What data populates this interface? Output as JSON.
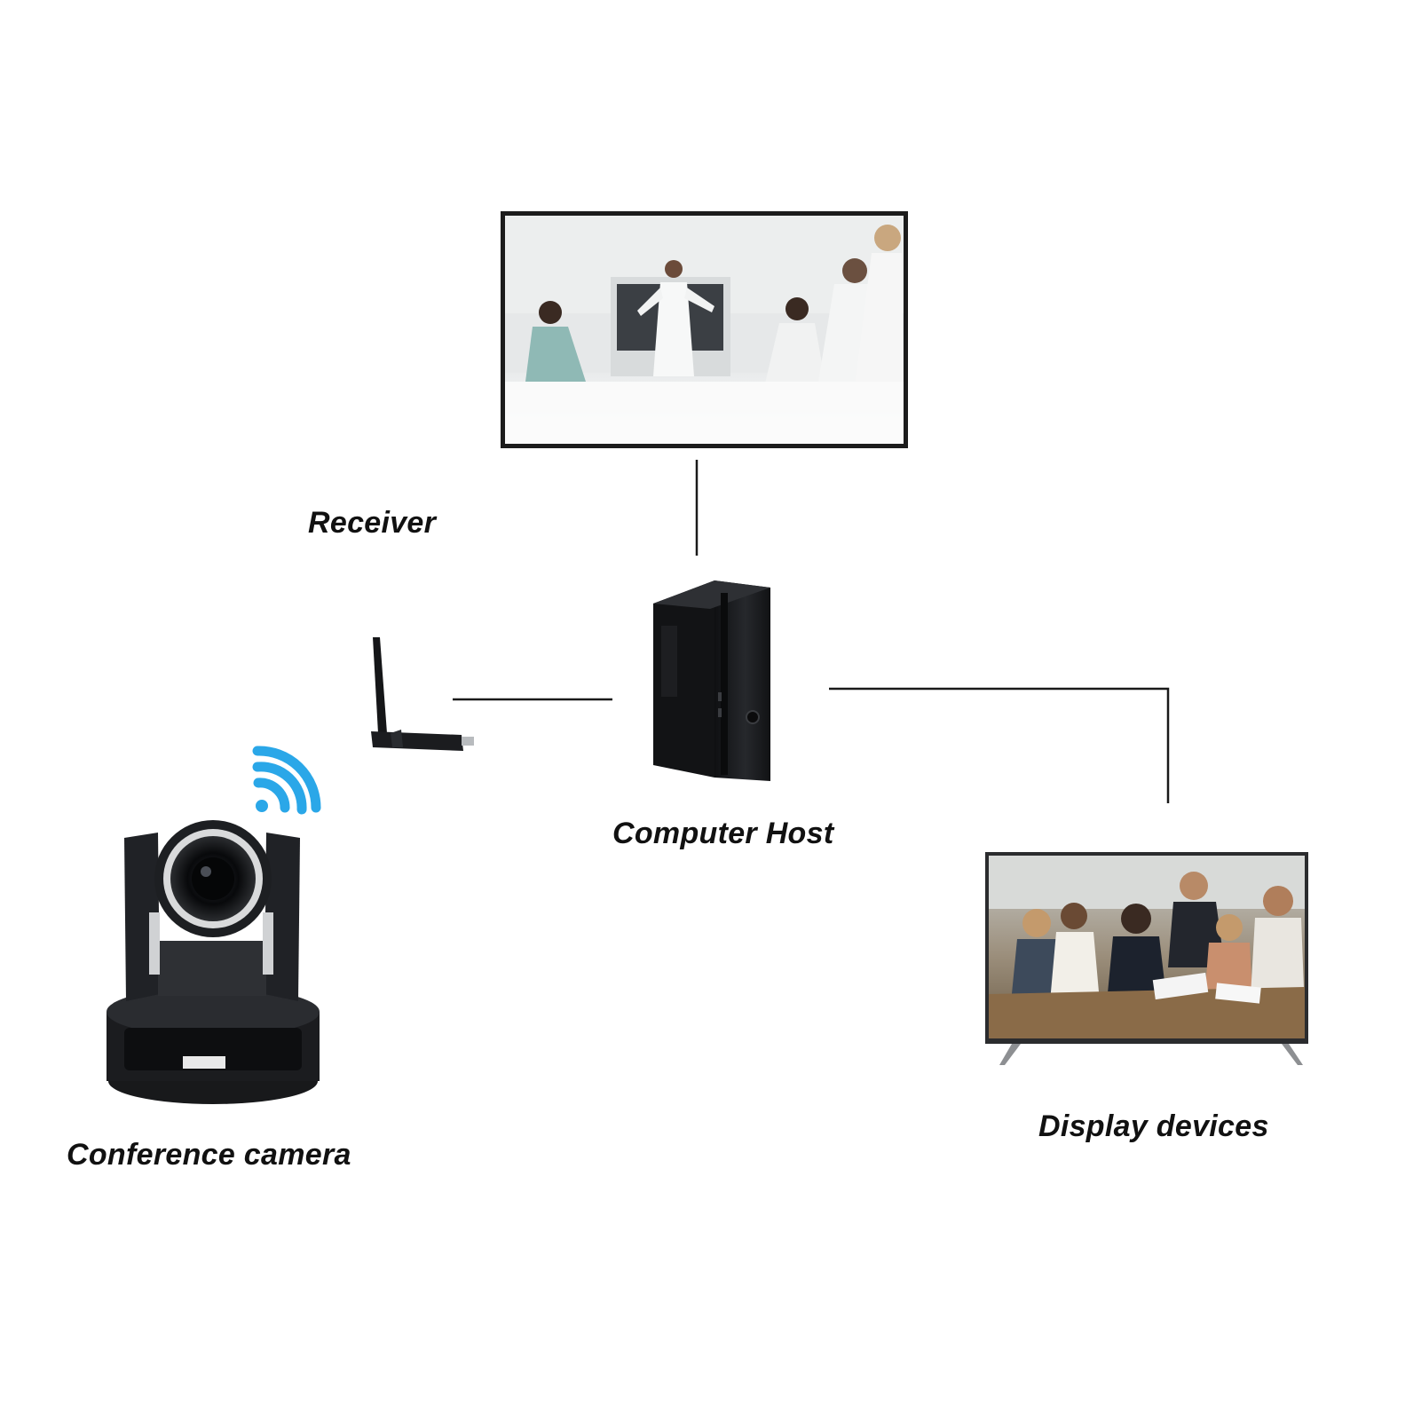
{
  "labels": {
    "receiver": "Receiver",
    "computer_host": "Computer Host",
    "conference_camera": "Conference camera",
    "display_devices": "Display devices"
  },
  "colors": {
    "background": "#ffffff",
    "line": "#1a1a1a",
    "device_body": "#1b1c1f",
    "wifi": "#2aa7e8",
    "screen_bg": "#eef0f1"
  },
  "icons": {
    "top_display": "presentation-screen-icon",
    "computer": "desktop-tower-icon",
    "receiver": "usb-antenna-receiver-icon",
    "camera": "ptz-camera-icon",
    "wifi": "wifi-signal-icon",
    "bottom_display": "tv-display-icon"
  }
}
